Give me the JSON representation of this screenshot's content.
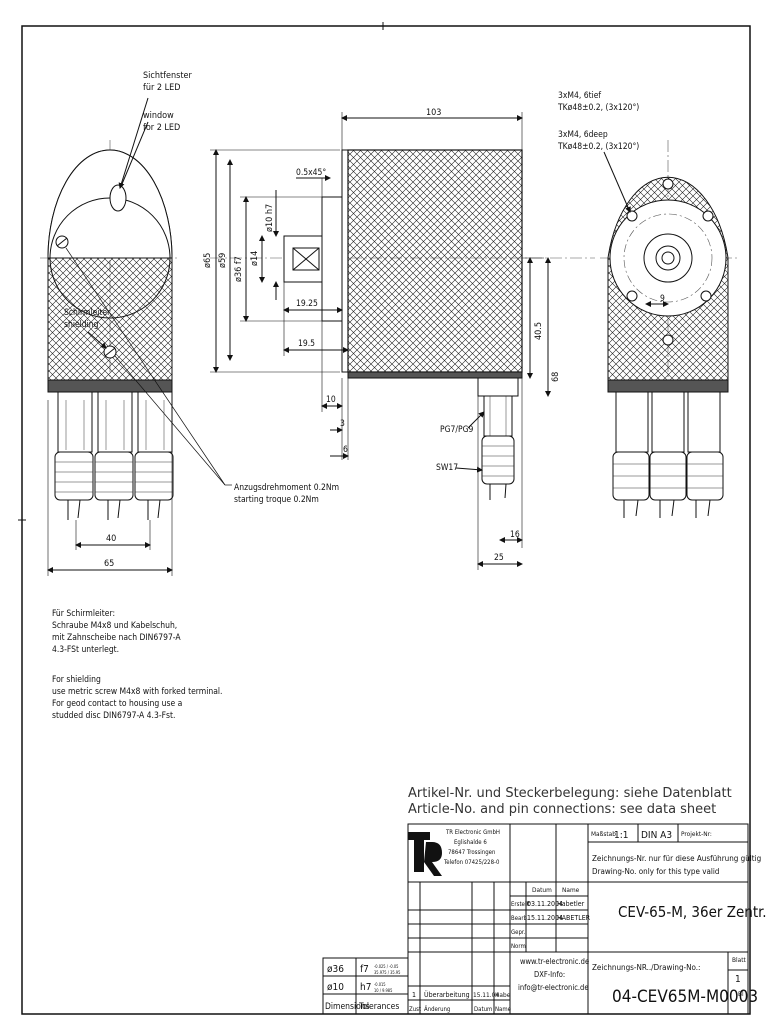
{
  "left_view": {
    "window_de_1": "Sichtfenster",
    "window_de_2": "für 2 LED",
    "window_en_1": "window",
    "window_en_2": "for 2 LED",
    "shield_de": "Schirmleiter",
    "shield_en": "shielding",
    "torque_de": "Anzugsdrehmoment 0.2Nm",
    "torque_en": "starting troque 0.2Nm",
    "dim_40": "40",
    "dim_65": "65"
  },
  "side_view": {
    "dim_103": "103",
    "chamfer": "0.5x45°",
    "d65": "ø65",
    "d59": "ø59",
    "d36": "ø36 f7",
    "d14": "ø14",
    "d10": "ø10 h7",
    "l1925": "19.25",
    "l195": "19.5",
    "l10": "10",
    "l3": "3",
    "l6": "6",
    "h405": "40.5",
    "h68": "68",
    "pg": "PG7/PG9",
    "sw": "SW17",
    "l16": "16",
    "l25": "25"
  },
  "right_view": {
    "thread_de_1": "3xM4, 6tief",
    "thread_de_2": "TKø48±0.2, (3x120°)",
    "thread_en_1": "3xM4, 6deep",
    "thread_en_2": "TKø48±0.2, (3x120°)",
    "dim_9": "9"
  },
  "notes": {
    "de": [
      "Für Schirmleiter:",
      "Schraube M4x8 und Kabelschuh,",
      "mit Zahnscheibe nach DIN6797-A",
      "4.3-FSt unterlegt."
    ],
    "en": [
      "For shielding",
      "use metric screw M4x8 with forked terminal.",
      "For geod contact to housing use a",
      "studded disc DIN6797-A 4.3-Fst."
    ]
  },
  "article_note": {
    "de": "Artikel-Nr. und Steckerbelegung: siehe Datenblatt",
    "en": "Article-No. and pin connections: see data sheet"
  },
  "title_block": {
    "company": [
      "TR Electronic GmbH",
      "Eglishalde 6",
      "78647 Trossingen",
      "Telefon 07425/228-0"
    ],
    "massstab_label": "Maßstab",
    "scale": "1:1",
    "format": "DIN A3",
    "projekt": "Projekt-Nr:",
    "note_de": "Zeichnungs-Nr. nur für diese Ausführung gültig",
    "note_en": "Drawing-No. only for this type valid",
    "datum_h": "Datum",
    "name_h": "Name",
    "erstellt": "Erstellt",
    "bearb": "Bearb.",
    "gepr": "Gepr.",
    "norm": "Norm",
    "date1": "03.11.2004",
    "name1": "Habetler",
    "date2": "15.11.2004",
    "name2": "HABETLER",
    "title": "CEV-65-M, 36er Zentr.",
    "web": "www.tr-electronic.de",
    "dxf": "DXF-Info:",
    "mail": "info@tr-electronic.de",
    "drawing_label": "Zeichnungs-NR../Drawing-No.:",
    "drawing_no": "04-CEV65M-M0003",
    "blatt": "Blatt",
    "blatt_no": "1",
    "bl": "Bl",
    "rev_no": "1",
    "rev_text": "Überarbeitung",
    "rev_date": "15.11.04",
    "rev_name": "Habe",
    "zust": "Zust",
    "aenderung": "Änderung",
    "datum_f": "Datum",
    "name_f": "Name"
  },
  "tolerances": {
    "r1_dim": "ø36",
    "r1_fit": "f7",
    "r1_dev": "-0.025 / -0.05",
    "r1_lim": "35.975 / 35.95",
    "r2_dim": "ø10",
    "r2_fit": "h7",
    "r2_dev": "-0.015",
    "r2_lim": "10 / 9.985",
    "label_dim": "Dimensions",
    "label_tol": "Tolerances"
  }
}
